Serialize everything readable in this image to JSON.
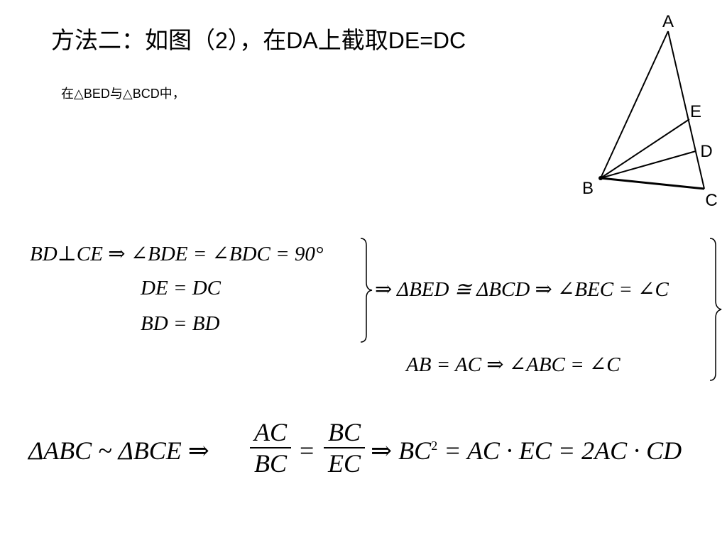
{
  "heading": {
    "method": "方法二：如图（",
    "fig_num": "2",
    "mid": "），在",
    "seg1": "DA",
    "cut": "上截取",
    "eq": "DE=DC"
  },
  "intro": {
    "pre": "在△",
    "t1": "BED",
    "mid": "与△",
    "t2": "BCD",
    "post": "中，"
  },
  "proof": {
    "line1_given": "BD⊥CE",
    "implies": "⇒",
    "line1_angles": "∠BDE = ∠BDC = 90°",
    "line2": "DE = DC",
    "line3": "BD = BD",
    "congruence": "ΔBED ≅ ΔBCD",
    "angle_result": "∠BEC = ∠C",
    "line4_given": "AB = AC",
    "line4_result": "∠ABC = ∠C"
  },
  "conclusion": {
    "similar": "ΔABC ~ ΔBCE",
    "frac1_num": "AC",
    "frac1_den": "BC",
    "equals": "=",
    "frac2_num": "BC",
    "frac2_den": "EC",
    "bc": "BC",
    "exp": "2",
    "result": "= AC · EC = 2AC · CD"
  },
  "figure": {
    "label_a": "A",
    "label_b": "B",
    "label_c": "C",
    "label_d": "D",
    "label_e": "E"
  }
}
